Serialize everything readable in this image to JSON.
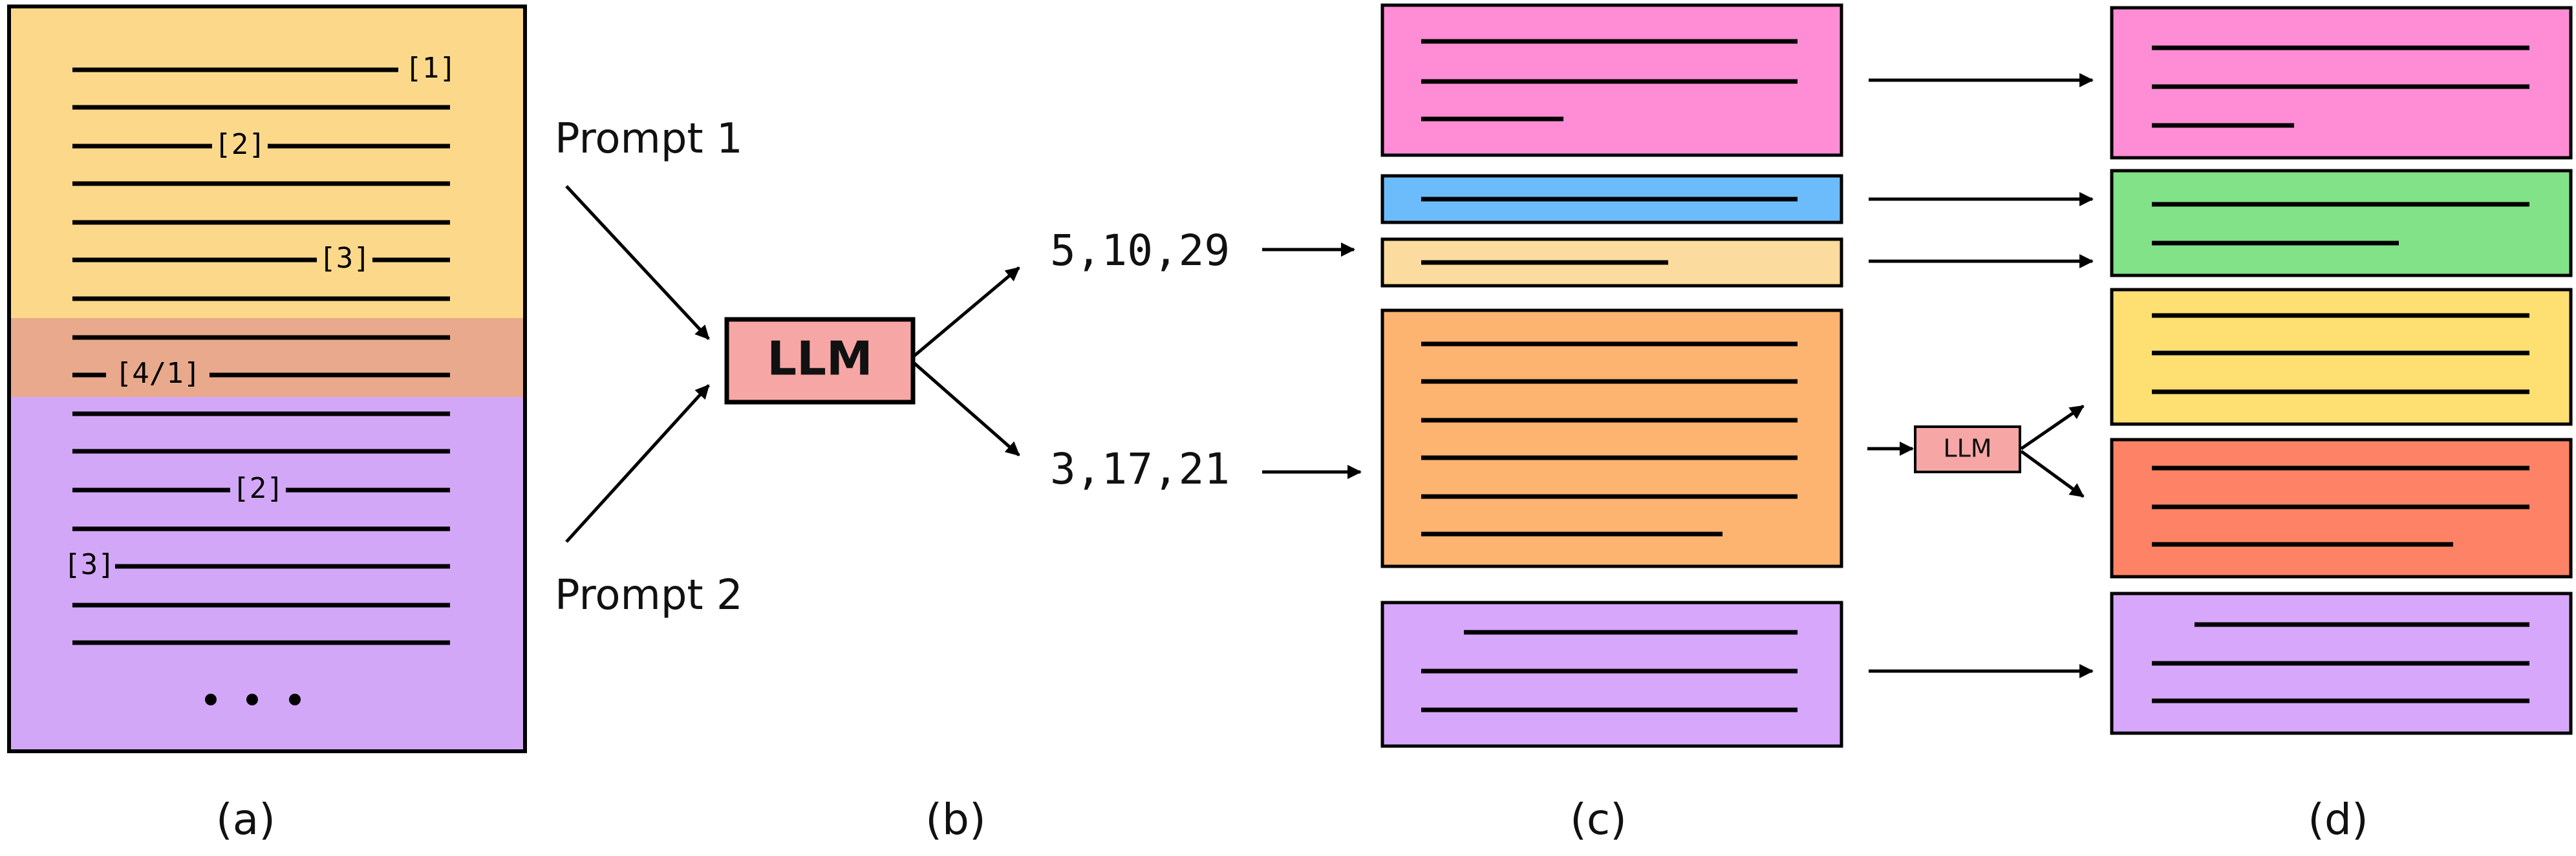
{
  "panel_a": {
    "citations": [
      "[1]",
      "[2]",
      "[3]",
      "[4/1]",
      "[2]",
      "[3]"
    ],
    "ellipsis": "• • •",
    "colors": {
      "section1": "#FCD98A",
      "overlap": "#E8A98C",
      "section2": "#D3A7F7"
    }
  },
  "panel_b": {
    "prompt1": "Prompt 1",
    "prompt2": "Prompt 2",
    "llm": "LLM",
    "output1": "5,10,29",
    "output2": "3,17,21",
    "llm_color": "#F7A6A6"
  },
  "panel_c": {
    "chunk_colors": [
      "#FE8DD5",
      "#6CBCFC",
      "#FCDC9E",
      "#FDB470",
      "#D6A7FA"
    ],
    "llm": "LLM"
  },
  "panel_d": {
    "chunk_colors": [
      "#FE8DD5",
      "#82E287",
      "#FDE071",
      "#FE8366",
      "#D6A7FA"
    ]
  },
  "labels": {
    "a": "(a)",
    "b": "(b)",
    "c": "(c)",
    "d": "(d)"
  }
}
